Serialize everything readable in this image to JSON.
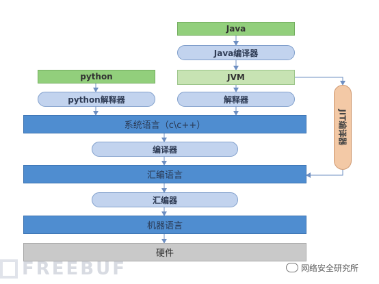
{
  "nodes": {
    "java": "Java",
    "java_compiler": "Java编译器",
    "jvm": "JVM",
    "interpreter": "解释器",
    "python": "python",
    "python_interpreter": "python解释器",
    "system_language": "系统语言（c\\c++）",
    "compiler": "编译器",
    "assembly_language": "汇编语言",
    "assembler": "汇编器",
    "machine_language": "机器语言",
    "hardware": "硬件",
    "jit": "JIT编译器"
  },
  "watermarks": {
    "left": "FREEBUF",
    "right": "网络安全研究所"
  },
  "colors": {
    "language_box": "#92cf7c",
    "pill": "#c2d3ee",
    "layer": "#4f8dd0",
    "hardware": "#c9c9c9",
    "jit": "#f3c9a6"
  }
}
